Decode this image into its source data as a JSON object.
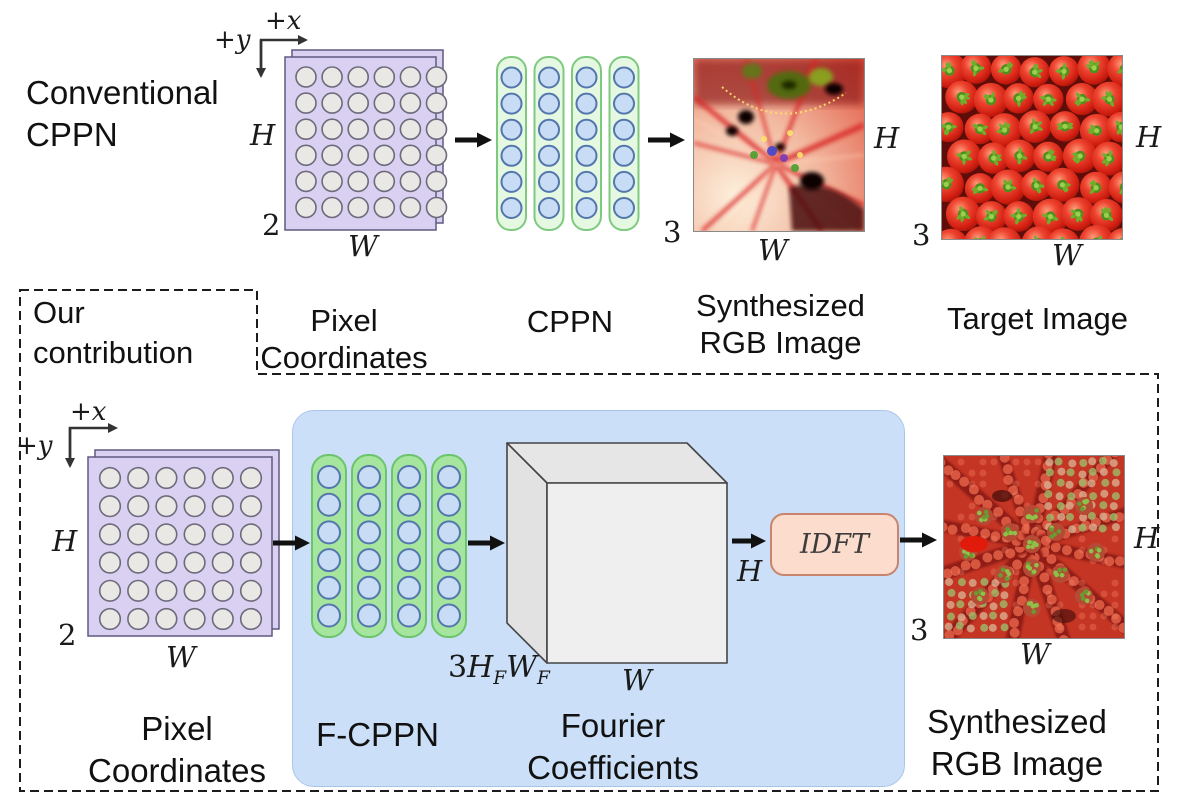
{
  "palette": {
    "sheet_purple": "#d9d0f2",
    "sheet_purple_border": "#5f5a80",
    "layer_green_light": "#e4f8e2",
    "layer_green_light_border": "#7fc97f",
    "layer_green": "#a6e59e",
    "layer_green_border": "#6cc46c",
    "neuron_blue": "#c9dcf5",
    "neuron_blue_border": "#5377ac",
    "grid_dot": "#eae8e4",
    "grid_dot_border": "#6b6b7b",
    "blue_panel": "#cbe0f8",
    "blue_panel_border": "#a9c6ea",
    "idft_fill": "#fcdccc",
    "idft_border": "#c8846d",
    "cube_front": "#efefef",
    "cube_top": "#e6e6e6",
    "cube_side": "#e2e2e2",
    "cube_border": "#444444",
    "arrow": "#111111",
    "outline": "#1c1c1c"
  },
  "conventional": {
    "line1": "Conventional",
    "line2": "CPPN"
  },
  "our": {
    "line1": "Our",
    "line2": "contribution"
  },
  "axes": {
    "x": "+x",
    "y": "+y"
  },
  "math": {
    "H": "H",
    "W": "W",
    "two": "2",
    "three": "3"
  },
  "top_labels": {
    "pixel1": "Pixel",
    "pixel2": "Coordinates",
    "cppn": "CPPN",
    "synth1": "Synthesized",
    "synth2": "RGB Image",
    "target": "Target Image"
  },
  "bottom_labels": {
    "pixel1": "Pixel",
    "pixel2": "Coordinates",
    "fcppn": "F-CPPN",
    "fourier1": "Fourier",
    "fourier2": "Coefficients",
    "synth1": "Synthesized",
    "synth2": "RGB Image"
  },
  "cube_dims": {
    "three": "3",
    "h": "H",
    "f1": "F",
    "w": "W",
    "f2": "F"
  },
  "idft": {
    "label": "IDFT"
  }
}
